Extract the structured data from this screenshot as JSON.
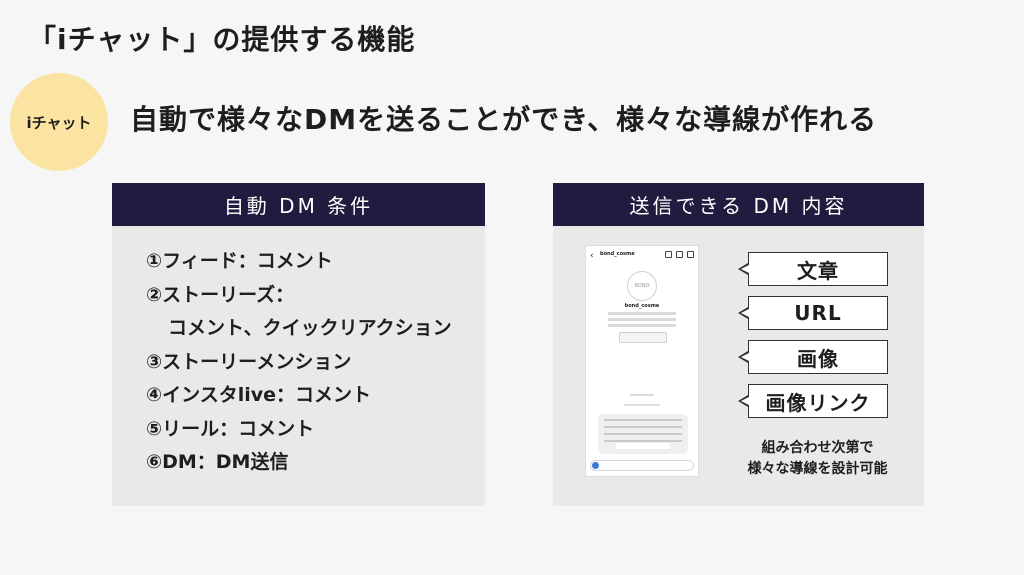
{
  "title": "「iチャット」の提供する機能",
  "badge": "iチャット",
  "headline": "自動で様々なDMを送ることができ、様々な導線が作れる",
  "left_panel": {
    "header": "自動 DM 条件",
    "items": [
      "①フィード：コメント",
      "②ストーリーズ：",
      "コメント、クイックリアクション",
      "③ストーリーメンション",
      "④インスタlive：コメント",
      "⑤リール：コメント",
      "⑥DM：DM送信"
    ]
  },
  "right_panel": {
    "header": "送信できる DM 内容",
    "phone": {
      "account_name": "bond_cosme",
      "logo_text": "BOND"
    },
    "labels": [
      "文章",
      "URL",
      "画像",
      "画像リンク"
    ],
    "caption_line1": "組み合わせ次第で",
    "caption_line2": "様々な導線を設計可能"
  },
  "colors": {
    "header_bg": "#1f1c3f",
    "panel_bg": "#ebe9e7",
    "badge_bg": "#fbe3a1",
    "page_bg": "#f6f6f6"
  }
}
